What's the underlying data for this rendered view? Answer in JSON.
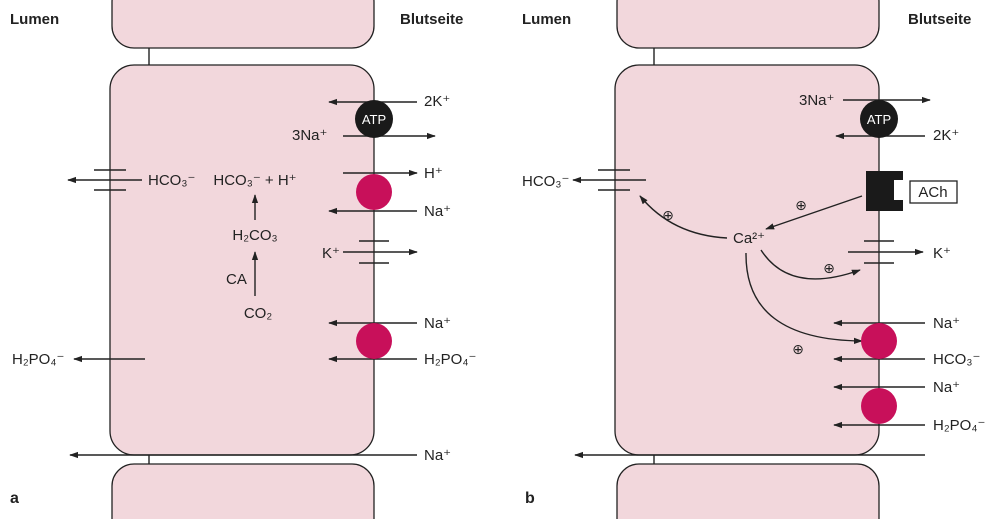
{
  "colors": {
    "cell_fill": "#f2d7dc",
    "carrier": "#c8105a",
    "pump": "#1a1a1a",
    "line": "#222222"
  },
  "panel_a": {
    "lumen_label": "Lumen",
    "blood_label": "Blutseite",
    "panel_letter": "a",
    "atp": "ATP",
    "k_in": "2K⁺",
    "na_out": "3Na⁺",
    "h_out": "H⁺",
    "na_in_1": "Na⁺",
    "k_channel": "K⁺",
    "na_in_2": "Na⁺",
    "h2po4_in": "H₂PO₄⁻",
    "hco3_lumen": "HCO₃⁻",
    "hco3_h": "HCO₃⁻ + H⁺",
    "h2co3": "H₂CO₃",
    "ca": "CA",
    "co2": "CO₂",
    "h2po4_lumen": "H₂PO₄⁻",
    "na_para": "Na⁺"
  },
  "panel_b": {
    "lumen_label": "Lumen",
    "blood_label": "Blutseite",
    "panel_letter": "b",
    "atp": "ATP",
    "na_out": "3Na⁺",
    "k_in": "2K⁺",
    "ach": "ACh",
    "hco3_lumen": "HCO₃⁻",
    "ca": "Ca²⁺",
    "k_channel": "K⁺",
    "na_in_1": "Na⁺",
    "hco3_in": "HCO₃⁻",
    "na_in_2": "Na⁺",
    "h2po4_in": "H₂PO₄⁻",
    "plus_sign": "⊕"
  }
}
